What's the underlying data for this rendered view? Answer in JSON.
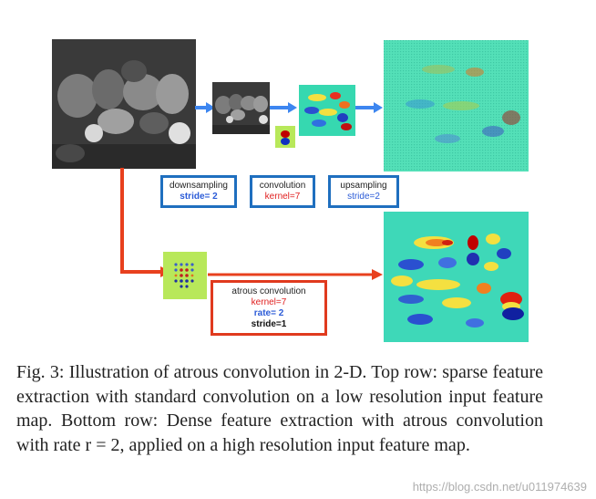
{
  "boxes": {
    "downsampling": {
      "title": "downsampling",
      "param": "stride= 2"
    },
    "convolution": {
      "title": "convolution",
      "param": "kernel=7"
    },
    "upsampling": {
      "title": "upsampling",
      "param": "stride=2"
    },
    "atrous": {
      "title": "atrous convolution",
      "kernel": "kernel=7",
      "rate": "rate= 2",
      "stride": "stride=1"
    }
  },
  "caption": {
    "text": "Fig. 3: Illustration of atrous convolution in 2-D. Top row: sparse feature extraction with standard convolution on a low resolution input feature map. Bottom row: Dense feature extraction with atrous convolution with rate r = 2, applied on a high resolution input feature map."
  },
  "watermark": "https://blog.csdn.net/u011974639",
  "colors": {
    "box_blue": "#1f6fbf",
    "box_red": "#e03a1e",
    "arrow_blue": "#3d86f0",
    "arrow_red": "#e8401e"
  }
}
